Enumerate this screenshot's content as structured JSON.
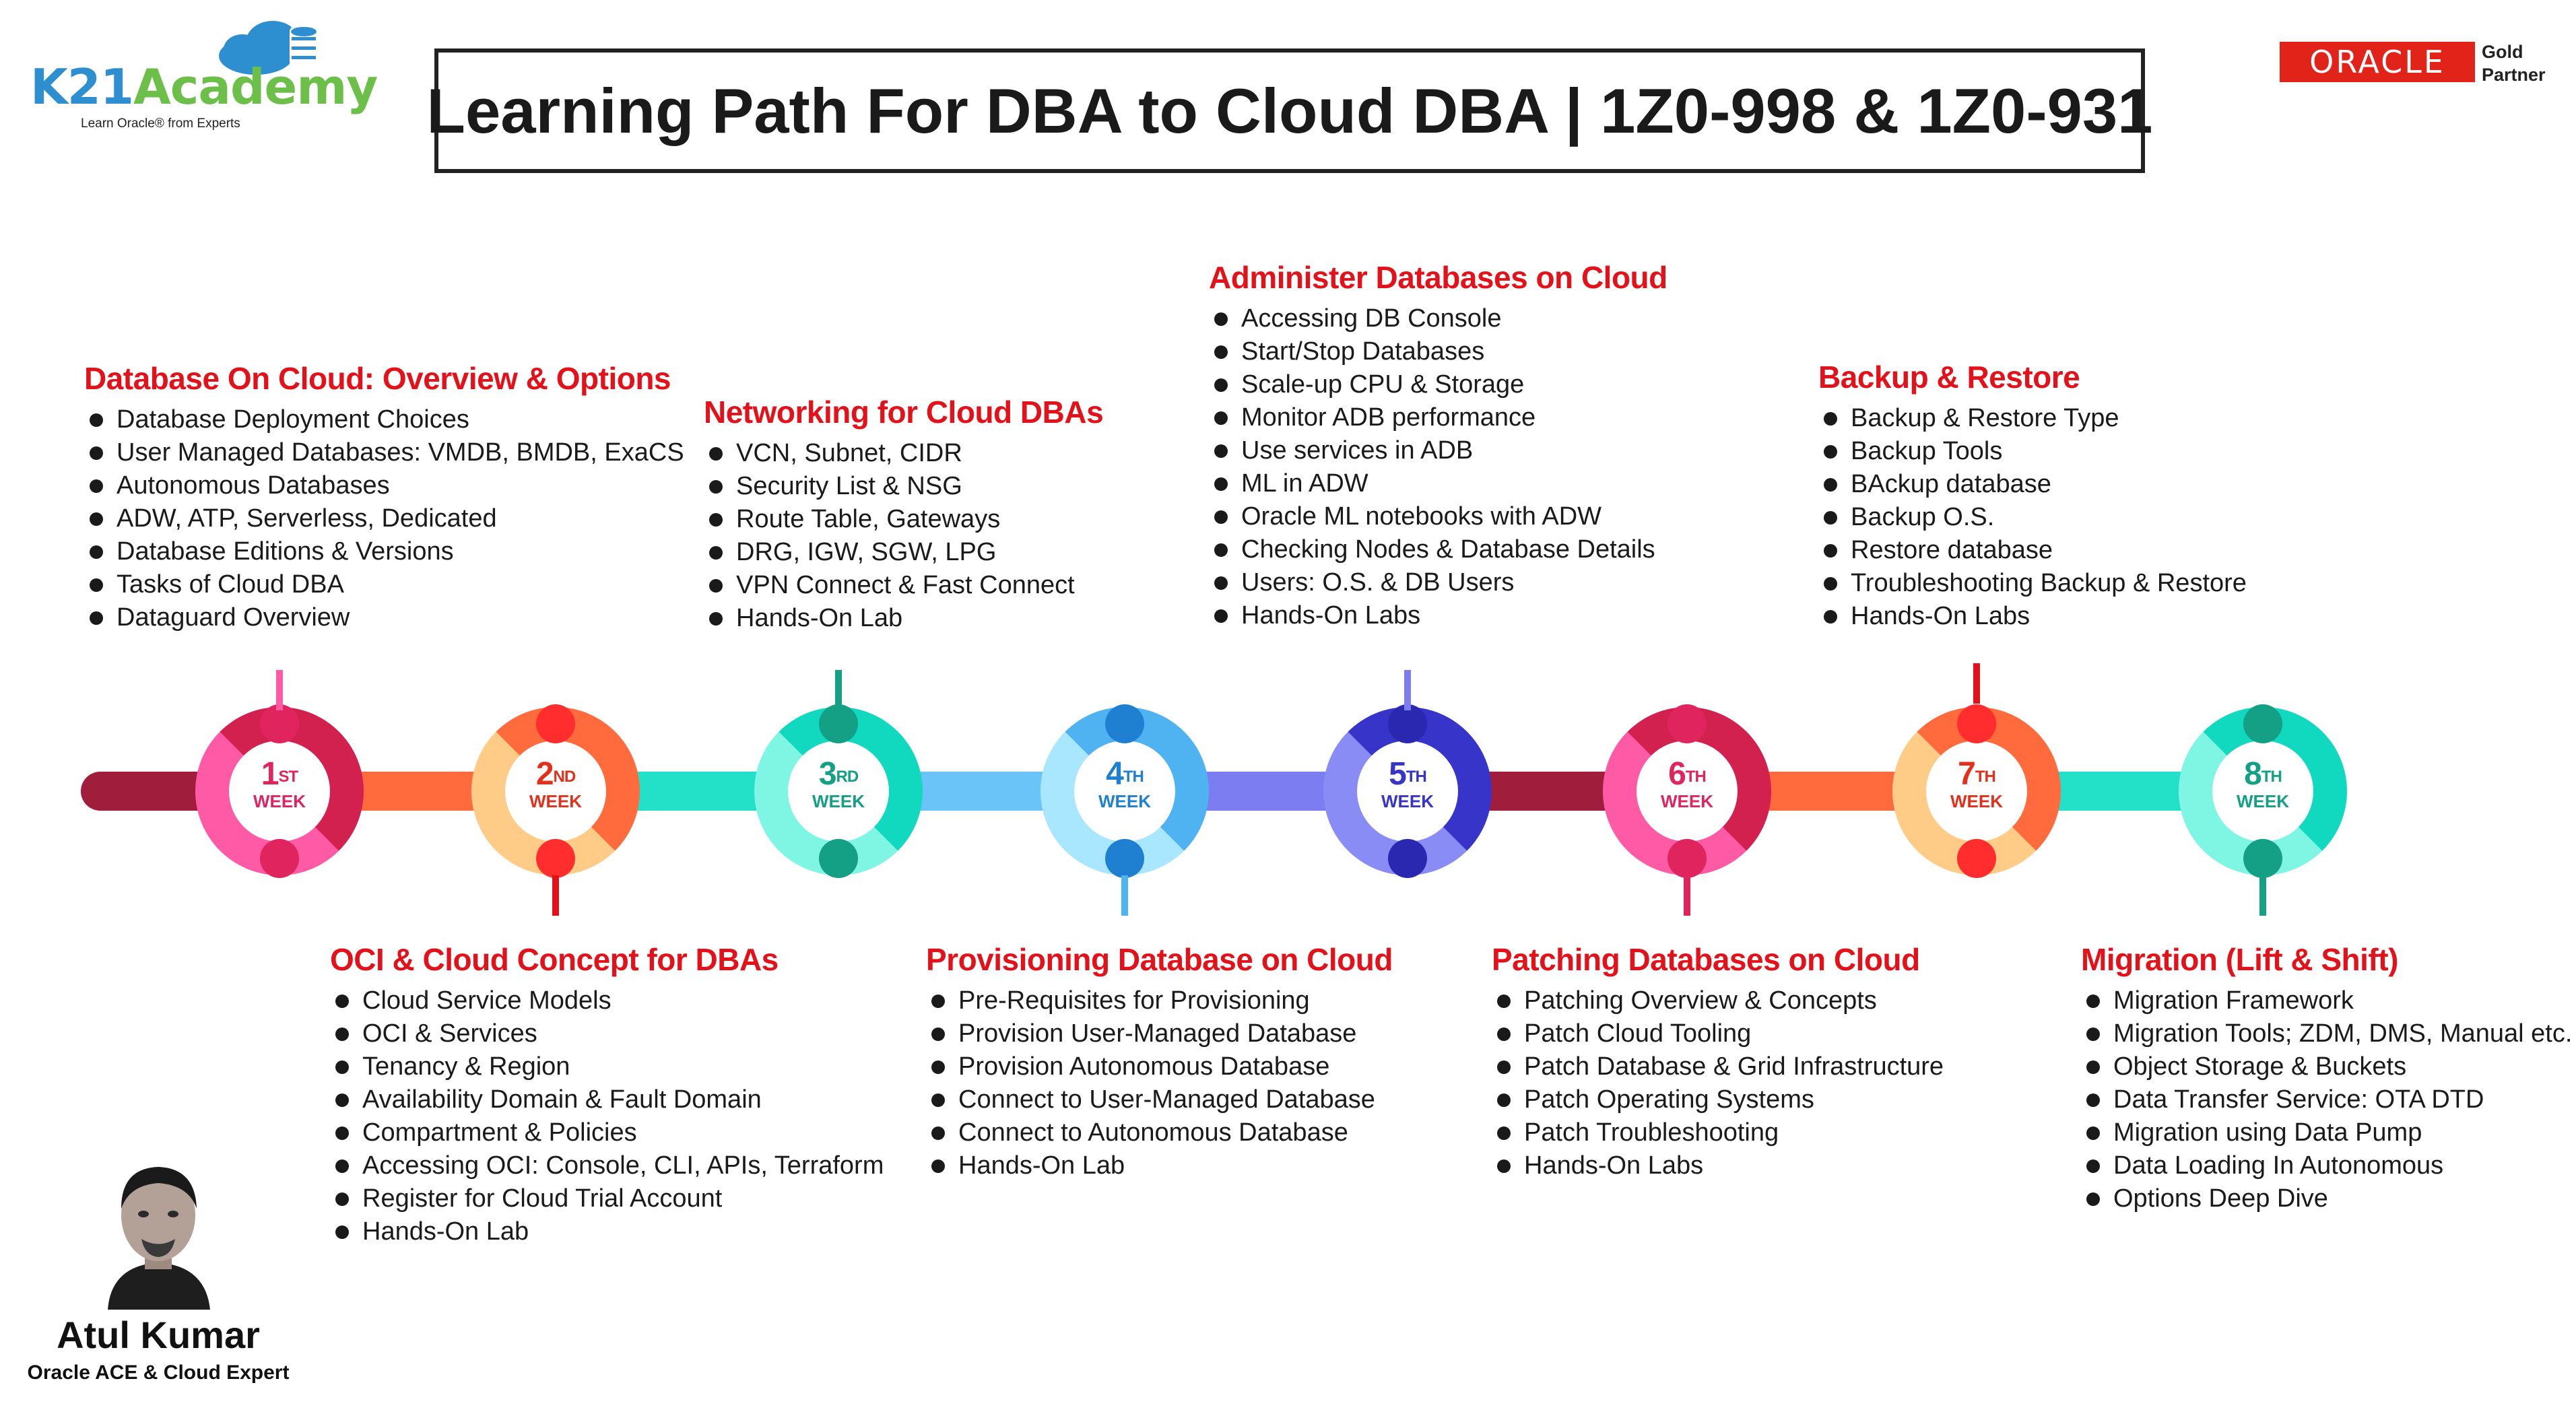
{
  "header": {
    "brand_name_a": "K21",
    "brand_name_b": "Academy",
    "brand_tagline": "Learn Oracle® from Experts",
    "title": "Learning Path For DBA to Cloud DBA | 1Z0-998 & 1Z0-931",
    "partner_logo_text": "ORACLE",
    "partner_level": "Gold",
    "partner_label": "Partner"
  },
  "weeks": [
    {
      "num": "1",
      "suffix": "ST",
      "label": "WEEK",
      "color": "#e0245e"
    },
    {
      "num": "2",
      "suffix": "ND",
      "label": "WEEK",
      "color": "#e3301a"
    },
    {
      "num": "3",
      "suffix": "RD",
      "label": "WEEK",
      "color": "#13a085"
    },
    {
      "num": "4",
      "suffix": "TH",
      "label": "WEEK",
      "color": "#1f7fd1"
    },
    {
      "num": "5",
      "suffix": "TH",
      "label": "WEEK",
      "color": "#3634c9"
    },
    {
      "num": "6",
      "suffix": "TH",
      "label": "WEEK",
      "color": "#e0245e"
    },
    {
      "num": "7",
      "suffix": "TH",
      "label": "WEEK",
      "color": "#e3301a"
    },
    {
      "num": "8",
      "suffix": "TH",
      "label": "WEEK",
      "color": "#13a085"
    }
  ],
  "sections": [
    {
      "title": "Database On Cloud: Overview & Options",
      "items": [
        "Database Deployment Choices",
        "User Managed Databases: VMDB, BMDB, ExaCS",
        "Autonomous Databases",
        "ADW, ATP, Serverless, Dedicated",
        "Database Editions & Versions",
        "Tasks of Cloud DBA",
        "Dataguard Overview"
      ]
    },
    {
      "title": "OCI & Cloud Concept for DBAs",
      "items": [
        "Cloud Service Models",
        "OCI & Services",
        "Tenancy & Region",
        "Availability Domain & Fault Domain",
        "Compartment & Policies",
        "Accessing OCI: Console, CLI, APIs, Terraform",
        "Register for Cloud Trial Account",
        "Hands-On Lab"
      ]
    },
    {
      "title": "Networking for Cloud DBAs",
      "items": [
        "VCN, Subnet, CIDR",
        "Security List & NSG",
        "Route Table, Gateways",
        "DRG, IGW, SGW, LPG",
        "VPN Connect & Fast Connect",
        "Hands-On Lab"
      ]
    },
    {
      "title": "Provisioning Database on Cloud",
      "items": [
        "Pre-Requisites for Provisioning",
        "Provision User-Managed Database",
        "Provision Autonomous Database",
        "Connect to User-Managed Database",
        "Connect to Autonomous Database",
        "Hands-On Lab"
      ]
    },
    {
      "title": "Administer Databases on Cloud",
      "items": [
        "Accessing DB Console",
        "Start/Stop Databases",
        "Scale-up CPU & Storage",
        "Monitor ADB performance",
        "Use services in ADB",
        "ML in ADW",
        "Oracle ML notebooks with ADW",
        "Checking Nodes & Database Details",
        "Users: O.S. & DB Users",
        "Hands-On Labs"
      ]
    },
    {
      "title": "Patching Databases on Cloud",
      "items": [
        "Patching Overview & Concepts",
        "Patch Cloud Tooling",
        "Patch Database & Grid Infrastructure",
        "Patch Operating Systems",
        "Patch Troubleshooting",
        "Hands-On Labs"
      ]
    },
    {
      "title": "Backup & Restore",
      "items": [
        "Backup & Restore Type",
        "Backup Tools",
        "BAckup database",
        "Backup O.S.",
        "Restore database",
        "Troubleshooting Backup & Restore",
        "Hands-On Labs"
      ]
    },
    {
      "title": "Migration (Lift & Shift)",
      "items": [
        "Migration Framework",
        "Migration Tools; ZDM, DMS, Manual etc.",
        "Object Storage & Buckets",
        "Data Transfer Service: OTA DTD",
        "Migration using Data Pump",
        "Data Loading In Autonomous",
        "Options Deep Dive"
      ]
    }
  ],
  "author": {
    "name": "Atul Kumar",
    "role": "Oracle ACE & Cloud Expert"
  }
}
